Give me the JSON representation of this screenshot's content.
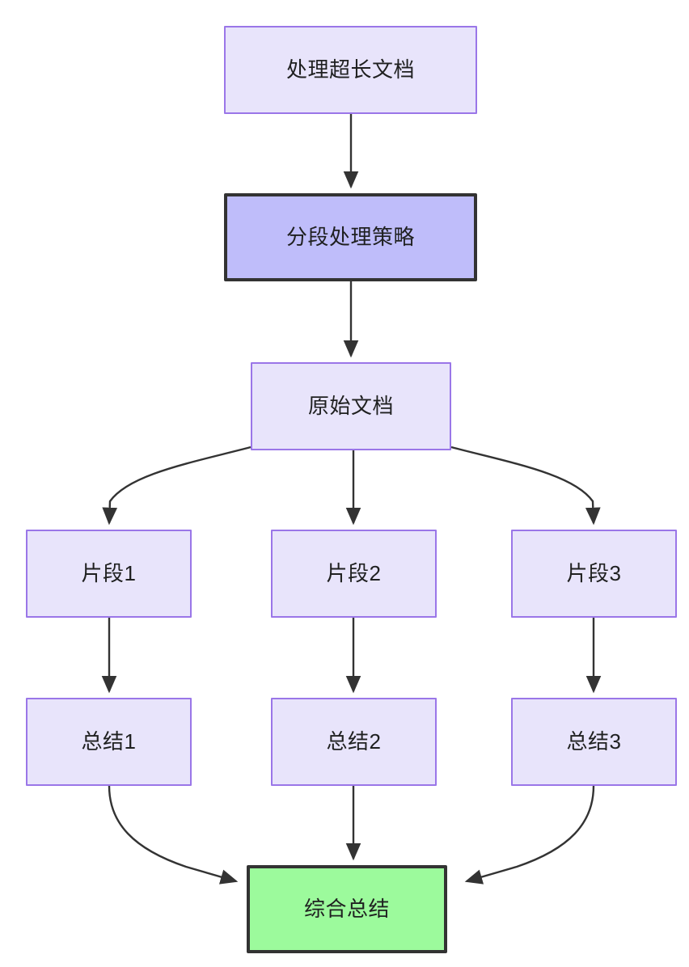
{
  "diagram": {
    "type": "flowchart",
    "direction": "top-down",
    "title": "处理超长文档",
    "background_color": "#ffffff",
    "palette": {
      "node_fill": "#e8e4fb",
      "node_stroke": "#9a76e8",
      "highlight_fill": "#bfbdfa",
      "highlight_stroke": "#333333",
      "success_fill": "#9cfa9c",
      "success_stroke": "#333333",
      "edge_stroke": "#333333",
      "text_color": "#1f2020"
    },
    "nodes": [
      {
        "id": "long-doc",
        "label": "处理超长文档",
        "style": "default"
      },
      {
        "id": "strategy",
        "label": "分段处理策略",
        "style": "highlight"
      },
      {
        "id": "source-doc",
        "label": "原始文档",
        "style": "default"
      },
      {
        "id": "fragment-1",
        "label": "片段1",
        "style": "default"
      },
      {
        "id": "fragment-2",
        "label": "片段2",
        "style": "default"
      },
      {
        "id": "fragment-3",
        "label": "片段3",
        "style": "default"
      },
      {
        "id": "summary-1",
        "label": "总结1",
        "style": "default"
      },
      {
        "id": "summary-2",
        "label": "总结2",
        "style": "default"
      },
      {
        "id": "summary-3",
        "label": "总结3",
        "style": "default"
      },
      {
        "id": "final-summary",
        "label": "综合总结",
        "style": "success"
      }
    ],
    "edges": [
      {
        "from": "long-doc",
        "to": "strategy",
        "label": "",
        "shape": "straight"
      },
      {
        "from": "strategy",
        "to": "source-doc",
        "label": "",
        "shape": "straight"
      },
      {
        "from": "source-doc",
        "to": "fragment-1",
        "label": "",
        "shape": "curved"
      },
      {
        "from": "source-doc",
        "to": "fragment-2",
        "label": "",
        "shape": "straight"
      },
      {
        "from": "source-doc",
        "to": "fragment-3",
        "label": "",
        "shape": "curved"
      },
      {
        "from": "fragment-1",
        "to": "summary-1",
        "label": "",
        "shape": "straight"
      },
      {
        "from": "fragment-2",
        "to": "summary-2",
        "label": "",
        "shape": "straight"
      },
      {
        "from": "fragment-3",
        "to": "summary-3",
        "label": "",
        "shape": "straight"
      },
      {
        "from": "summary-1",
        "to": "final-summary",
        "label": "",
        "shape": "curved"
      },
      {
        "from": "summary-2",
        "to": "final-summary",
        "label": "",
        "shape": "straight"
      },
      {
        "from": "summary-3",
        "to": "final-summary",
        "label": "",
        "shape": "curved"
      }
    ]
  }
}
